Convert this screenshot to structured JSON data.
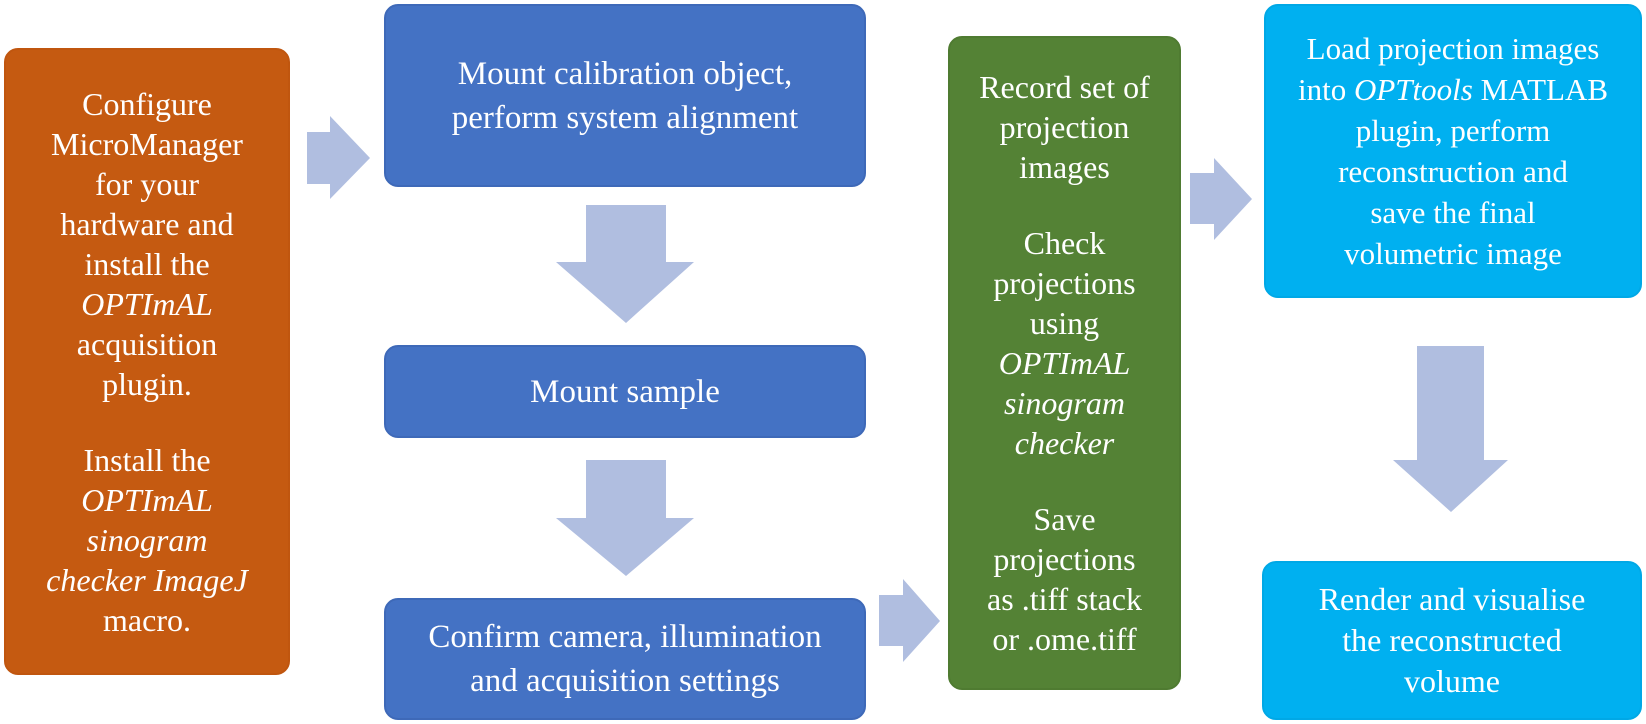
{
  "steps": {
    "configure": {
      "para1": [
        "Configure",
        "MicroManager",
        "for your",
        "hardware and",
        "install the"
      ],
      "para1_italic": "OPTImAL",
      "para1_tail": [
        "acquisition",
        "plugin."
      ],
      "para2_line1": "Install the",
      "para2_italic": [
        "OPTImAL",
        "sinogram",
        "checker ImageJ"
      ],
      "para2_tail": "macro."
    },
    "calibration": [
      "Mount calibration object,",
      "perform system alignment"
    ],
    "mount_sample": "Mount sample",
    "confirm": [
      "Confirm camera, illumination",
      "and acquisition settings"
    ],
    "record": {
      "para1": [
        "Record set of",
        "projection",
        "images"
      ],
      "para2_lines": [
        "Check",
        "projections",
        "using"
      ],
      "para2_italic": [
        "OPTImAL",
        "sinogram",
        "checker"
      ],
      "para3": [
        "Save",
        "projections",
        "as .tiff stack",
        "or .ome.tiff"
      ]
    },
    "load": {
      "line1": "Load projection images",
      "line2_pre": "into ",
      "line2_italic": "OPTtools",
      "line2_post": " MATLAB",
      "rest": [
        "plugin, perform",
        "reconstruction and",
        "save the final",
        "volumetric image"
      ]
    },
    "render": [
      "Render and visualise",
      "the reconstructed",
      "volume"
    ]
  },
  "colors": {
    "orange": "#c55a11",
    "blue": "#4472c4",
    "green": "#548235",
    "cyan": "#00b0f0",
    "arrow": "#b0bee0"
  }
}
